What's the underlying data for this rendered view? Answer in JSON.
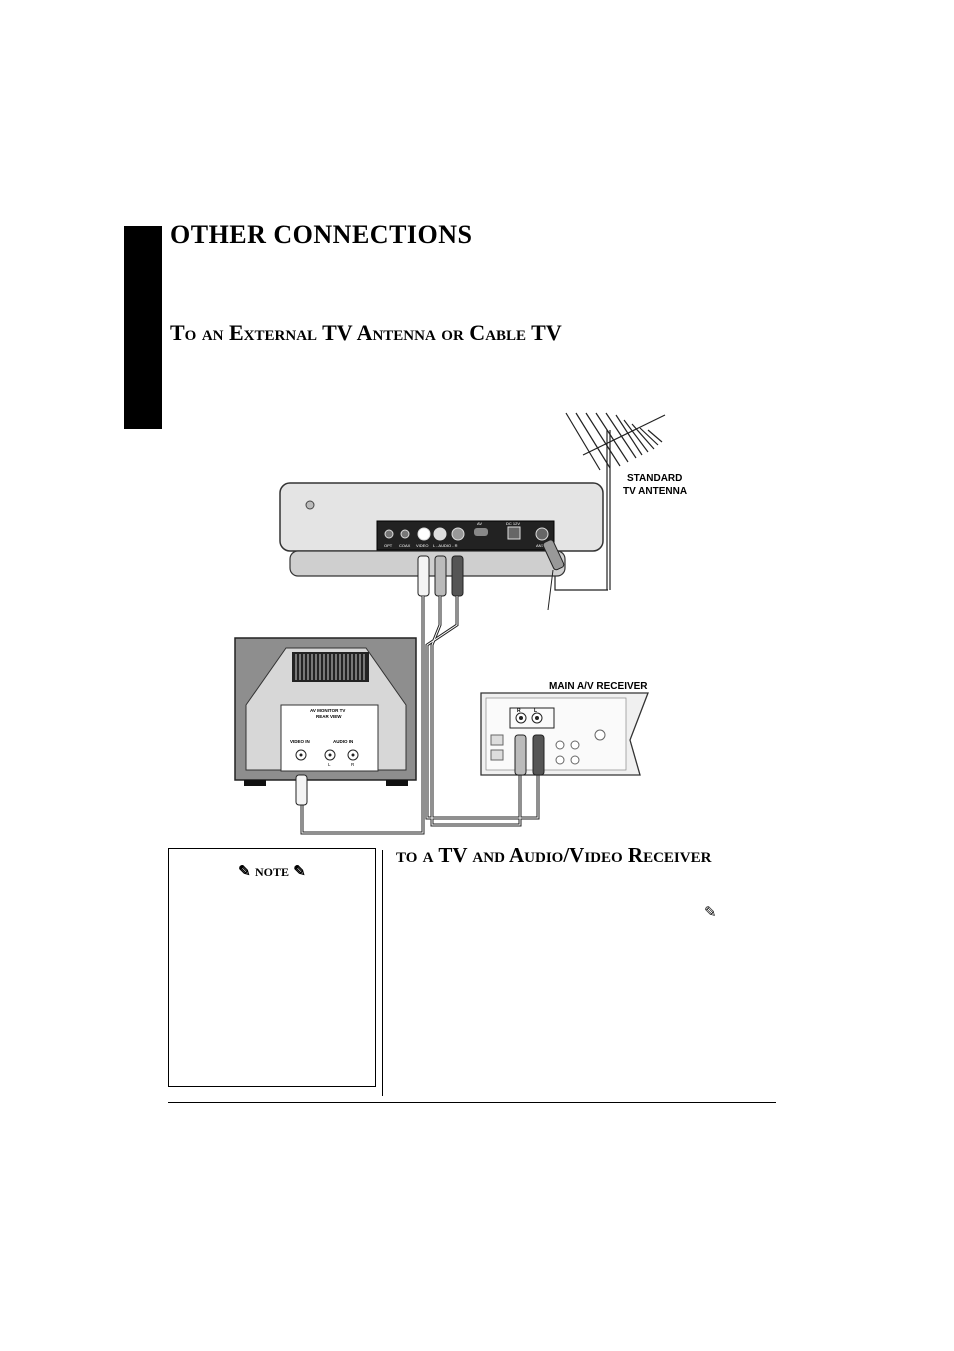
{
  "page": {
    "title": "OTHER CONNECTIONS",
    "section1_heading": "To an External TV Antenna or Cable TV",
    "section2_heading": "to a TV and Audio/Video Receiver"
  },
  "note": {
    "title": "note",
    "icon_left": "note-pencil-icon",
    "icon_right": "note-pencil-icon"
  },
  "diagram": {
    "antenna_label_1": "STANDARD",
    "antenna_label_2": "TV ANTENNA",
    "receiver_label": "MAIN A/V RECEIVER",
    "tv_panel_title_1": "AV MONITOR TV",
    "tv_panel_title_2": "REAR VIEW",
    "tv_video_in": "VIDEO IN",
    "tv_audio_in": "AUDIO IN",
    "tv_audio_l": "L",
    "tv_audio_r": "R",
    "receiver_r": "R",
    "receiver_l": "L",
    "player_jacks": [
      "OPT",
      "COAX",
      "VIDEO",
      "L - AUDIO - R",
      "AV",
      "DC 12V",
      "ANT"
    ]
  }
}
